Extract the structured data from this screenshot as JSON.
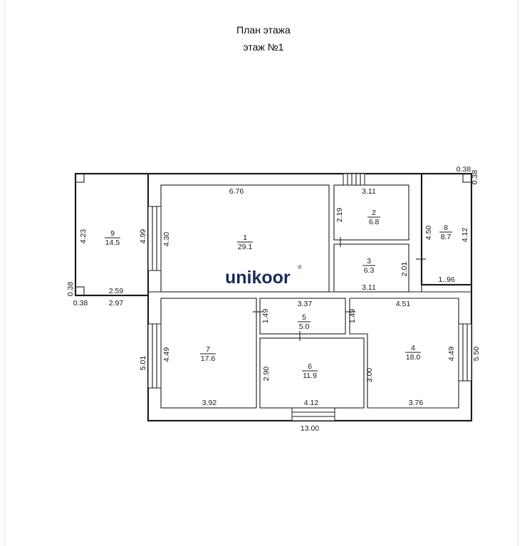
{
  "header": {
    "title": "План этажа",
    "subtitle": "этаж №1"
  },
  "watermark": {
    "text": "unikoor",
    "mark": "®"
  },
  "rooms": [
    {
      "id": "1",
      "area": "29.1"
    },
    {
      "id": "2",
      "area": "6.8"
    },
    {
      "id": "3",
      "area": "6.3"
    },
    {
      "id": "4",
      "area": "18.0"
    },
    {
      "id": "5",
      "area": "5.0"
    },
    {
      "id": "6",
      "area": "11.9"
    },
    {
      "id": "7",
      "area": "17.6"
    },
    {
      "id": "8",
      "area": "8.7"
    },
    {
      "id": "9",
      "area": "14.5"
    }
  ],
  "dimensions": {
    "r1_top": "6.76",
    "r1_left_a": "4.99",
    "r1_left_b": "4.30",
    "r2_top": "3.11",
    "r2_left": "2.19",
    "r3_bottom": "3.11",
    "r3_right": "2.01",
    "r8_top": "0.38",
    "r8_corner": "0.38",
    "r8_left": "4.50",
    "r8_right": "4.12",
    "r8_bottom": "1..96",
    "r9_left": "4.23",
    "r9_bottom_a": "2.59",
    "r9_bottom_b": "2.97",
    "r9_corner_a": "0.38",
    "r9_corner_b": "0.38",
    "r5_top": "3.37",
    "r5_left": "1.49",
    "r5_right": "1.49",
    "r4_top": "4.51",
    "r4_left": "3.00",
    "r4_right": "4.49",
    "r4_outer": "5.50",
    "r4_bottom": "3.76",
    "r6_left": "2.90",
    "r6_bottom": "4.12",
    "r7_left": "4.49",
    "r7_outer": "5.01",
    "r7_bottom": "3.92",
    "total_bottom": "13.00"
  }
}
